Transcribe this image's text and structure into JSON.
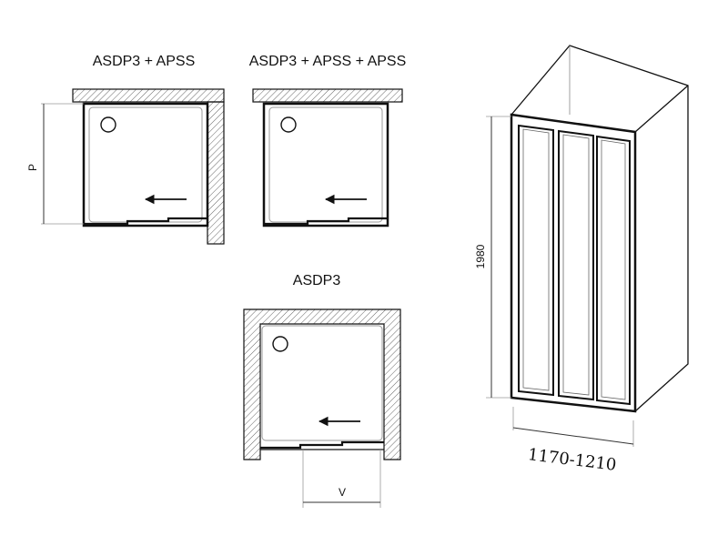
{
  "diagrams": {
    "corner_single": {
      "title": "ASDP3 + APSS",
      "depth_label": "P"
    },
    "corner_double": {
      "title": "ASDP3 + APSS + APSS"
    },
    "niche": {
      "title": "ASDP3",
      "width_label": "V"
    }
  },
  "enclosure": {
    "height_label": "1980",
    "width_label": "1170-1210"
  },
  "colors": {
    "line": "#111111",
    "hatch": "#555555",
    "fill": "#ffffff"
  }
}
